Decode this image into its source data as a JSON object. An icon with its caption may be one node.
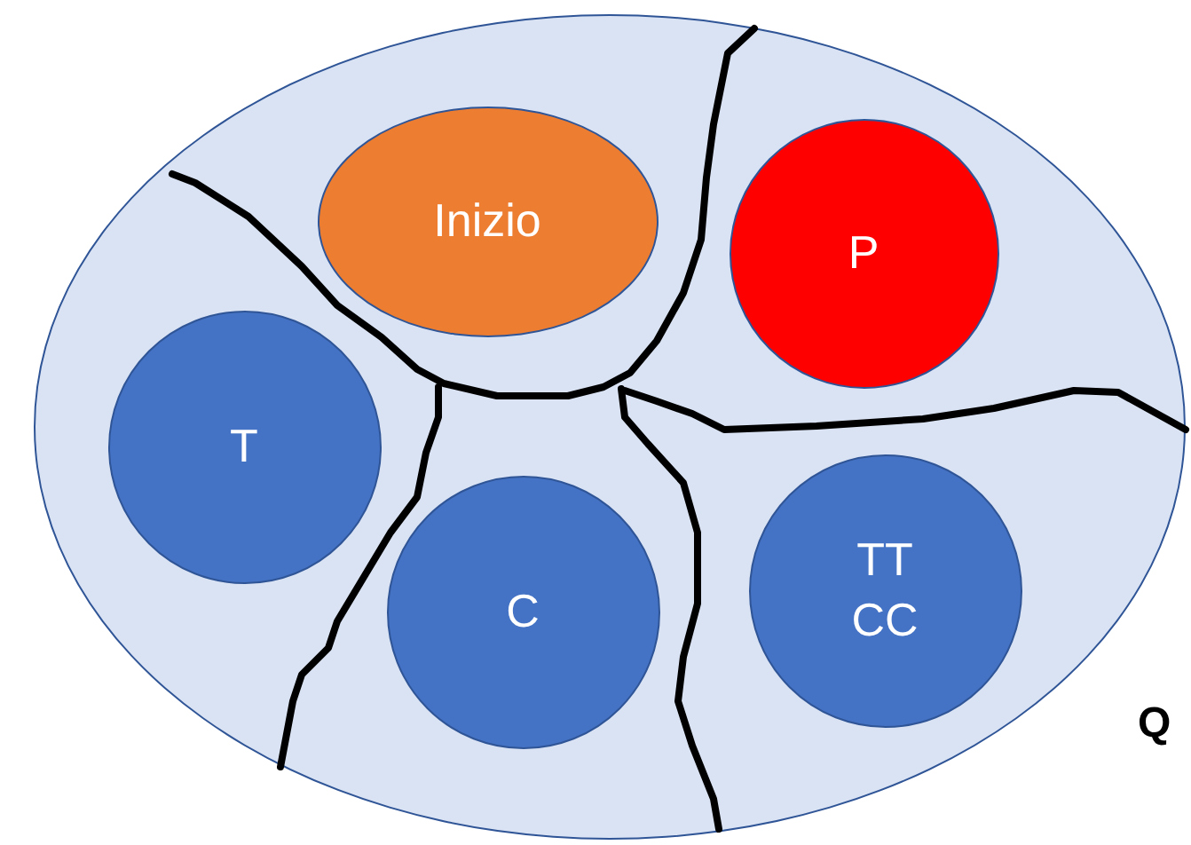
{
  "diagram": {
    "nodes": [
      {
        "text": [],
        "shape": "circle",
        "beside": [
          "Q"
        ]
      },
      {
        "text": [
          "Inizio"
        ],
        "in": 0
      },
      {
        "text": [
          "P"
        ],
        "in": 0
      },
      {
        "text": [
          "T"
        ],
        "in": 0
      },
      {
        "text": [
          "C"
        ],
        "in": 0
      },
      {
        "text": [
          "TT CC"
        ],
        "in": 0
      }
    ]
  }
}
